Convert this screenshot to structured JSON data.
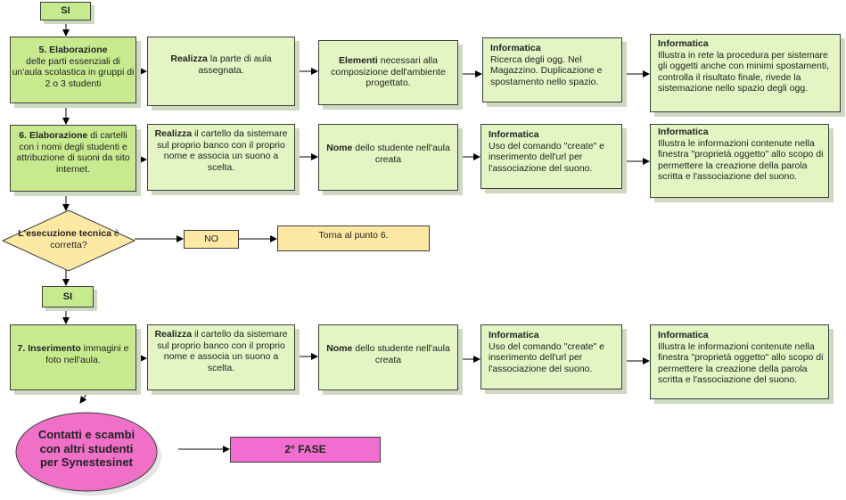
{
  "tags": {
    "si_top": "SI",
    "si_mid": "SI",
    "no": "NO"
  },
  "rows": [
    {
      "step_title": "5. Elaborazione",
      "step_text": "delle parti essenziali di un'aula scolastica in gruppi di 2 o 3 studenti",
      "action_bold": "Realizza",
      "action_text": " la parte di aula assegnata.",
      "element_bold": "Elementi",
      "element_text": " necessari alla composizione dell'ambiente progettato.",
      "info1_title": "Informatica",
      "info1_text": "Ricerca degli ogg. Nel Magazzino. Duplicazione e spostamento nello spazio.",
      "info2_title": "Informatica",
      "info2_text": "Illustra in rete la procedura per sistemare gli oggetti anche con minimi spostamenti, controlla il risultato finale, rivede la sistemazione nello spazio degli ogg."
    },
    {
      "step_title": "6. Elaborazione",
      "step_text": " di cartelli con i nomi degli studenti e attribuzione di suoni da sito internet.",
      "action_bold": "Realizza",
      "action_text": " il cartello da sistemare sul proprio banco con il proprio nome e associa un suono a scelta.",
      "element_bold": "Nome",
      "element_text": " dello studente nell'aula creata",
      "info1_title": "Informatica",
      "info1_text": "Uso del comando \"create\" e inserimento dell'url per l'associazione del suono.",
      "info2_title": "Informatica",
      "info2_text": "Illustra le informazioni contenute nella finestra \"proprietà oggetto\" allo scopo di permettere la creazione della parola scritta e l'associazione del suono."
    },
    {
      "step_title": "7. Inserimento",
      "step_text": " immagini e foto nell'aula.",
      "action_bold": "Realizza",
      "action_text": " il cartello da sistemare sul proprio banco con il proprio nome e associa un suono a scelta.",
      "element_bold": "Nome",
      "element_text": " dello studente nell'aula creata",
      "info1_title": "Informatica",
      "info1_text": "Uso del comando \"create\" e inserimento dell'url per l'associazione del suono.",
      "info2_title": "Informatica",
      "info2_text": "Illustra le informazioni contenute nella finestra \"proprietà oggetto\" allo scopo di permettere la creazione della parola scritta e l'associazione del suono."
    }
  ],
  "decision": {
    "bold": "L'esecuzione tecnica",
    "text": " è corretta?"
  },
  "torna": "Torna al punto 6.",
  "ellipse": "Contatti e scambi con altri studenti per Synestesinet",
  "fase": "2° FASE",
  "colors": {
    "box_light": "#e2f5c3",
    "box_dark": "#c8ea8f",
    "decision": "#fde8a4",
    "ellipse": "#f070c8",
    "fase": "#f16ed0"
  }
}
